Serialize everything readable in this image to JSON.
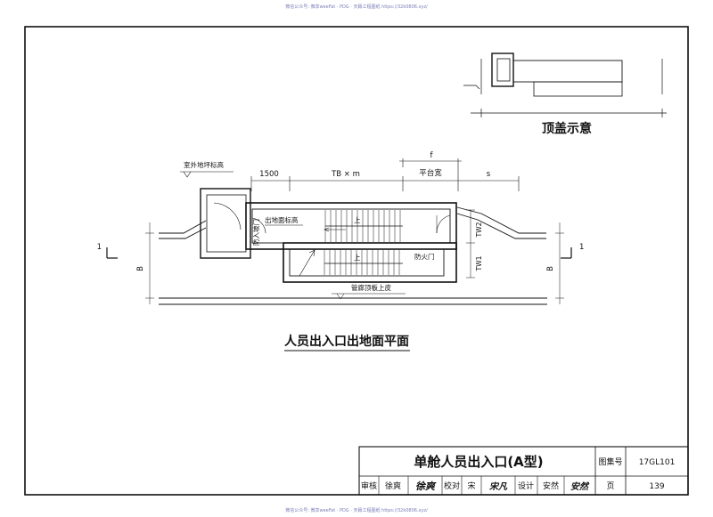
{
  "watermark": {
    "top": "微信公众号: 微享weeFat · PDG · 天籁工程图纸 https://32k0806.xyz/",
    "bottom": "微信公众号: 微享weeFat · PDG · 天籁工程图纸 https://32k0806.xyz/"
  },
  "roof_sketch": {
    "title": "顶盖示意"
  },
  "plan": {
    "title": "人员出入口出地面平面",
    "labels": {
      "outdoor_grade": "室外地坪标高",
      "dim_1500": "1500",
      "dim_tb": "TB × m",
      "dim_f": "f",
      "dim_platform": "平台宽",
      "dim_s": "s",
      "exit_elev": "出地面标高",
      "blast_door": "防火门",
      "wave_door": "防入坡门",
      "tw1": "TW1",
      "tw2": "TW2",
      "dim_b_left": "B",
      "dim_b_right": "B",
      "gallery_top": "管廊顶板上皮",
      "section_left": "1",
      "section_right": "1",
      "stair_up": "上",
      "stair_down": "上"
    }
  },
  "title_block": {
    "drawing_title": "单舱人员出入口(A型)",
    "atlas_label": "图集号",
    "atlas_no": "17GL101",
    "review_label": "审核",
    "reviewer": "徐爽",
    "reviewer_sig": "徐爽",
    "check_label": "校对",
    "checker": "宋",
    "checker_sig": "宋凡",
    "design_label": "设计",
    "designer": "安然",
    "designer_sig": "安然",
    "page_label": "页",
    "page_no": "139"
  }
}
